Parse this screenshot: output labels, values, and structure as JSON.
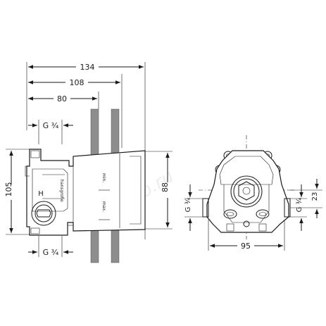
{
  "dimensions": {
    "overall_depth": "134",
    "depth_mid": "108",
    "depth_min": "80",
    "height": "105",
    "height_right": "88",
    "width_front": "95",
    "outlet_offset": "23",
    "thread_top": "G ¾",
    "thread_bottom": "G ¾",
    "thread_left_front": "G ¾",
    "thread_right_front": "G ¾"
  },
  "labels": {
    "brand": "hansgrohe",
    "min": "min.",
    "max": "max.",
    "hot_mark": "H"
  },
  "watermark": "Kupsho.ru"
}
